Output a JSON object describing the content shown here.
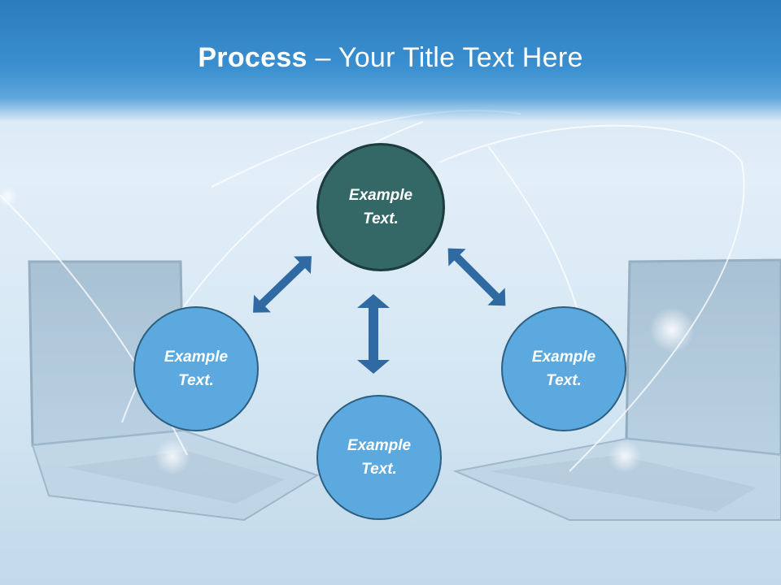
{
  "slide": {
    "title_bold": "Process",
    "title_rest": " – Your Title Text Here"
  },
  "nodes": {
    "top": "Example Text.",
    "left": "Example Text.",
    "right": "Example Text.",
    "bottom": "Example Text."
  },
  "colors": {
    "title_bar": "#2b7cbc",
    "node_blue": "#5ba9df",
    "node_dark": "#336867",
    "arrow": "#2f6aa3"
  },
  "icons": [
    "double-arrow-icon"
  ]
}
